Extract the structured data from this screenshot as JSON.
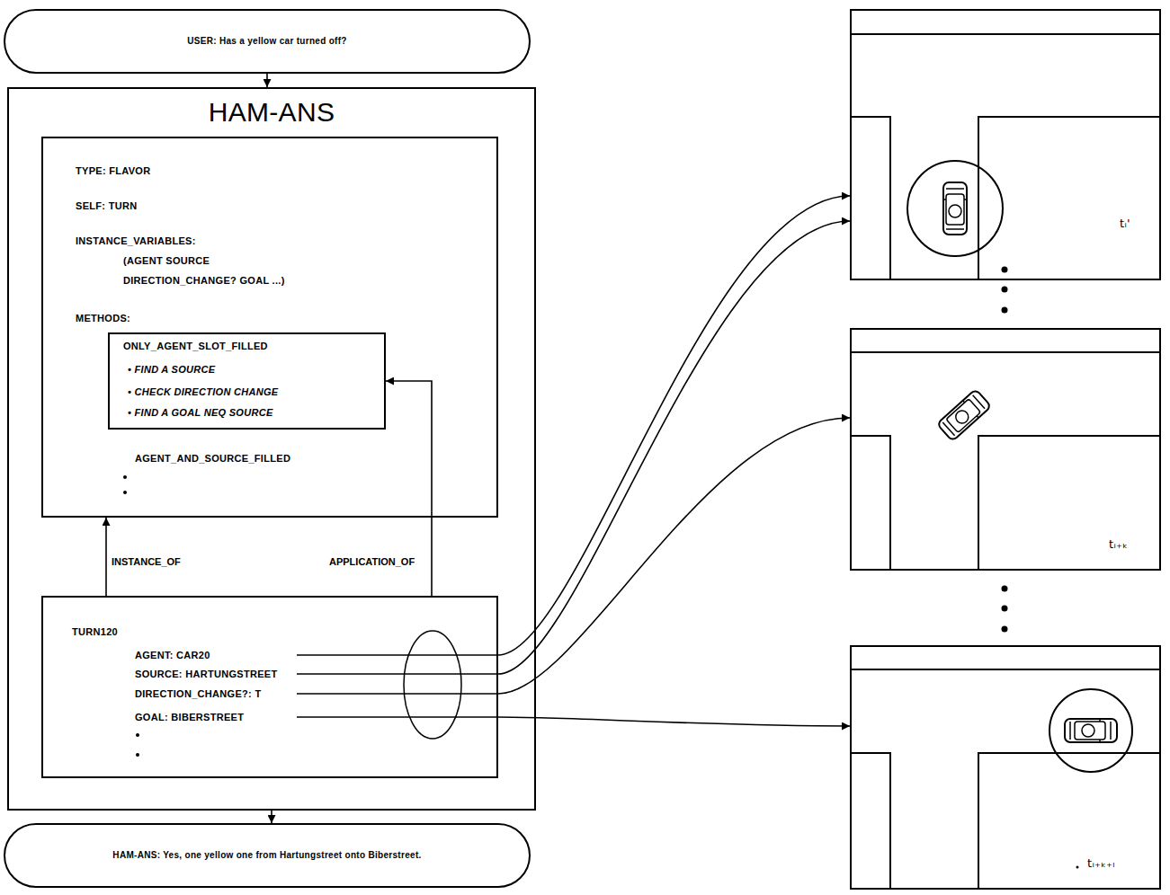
{
  "diagram": {
    "nodes": [
      {
        "text": [
          "USER: Has a yellow car turned off?"
        ]
      },
      {
        "text": [
          "HAM-ANS"
        ]
      },
      {
        "text": [
          "TYPE: FLAVOR",
          "SELF: TURN",
          "INSTANCE_VARIABLES:",
          "(AGENT SOURCE DIRECTION_CHANGE? GOAL ...)",
          "METHODS:",
          "AGENT_AND_SOURCE_FILLED"
        ],
        "in": 1
      },
      {
        "text": [
          "ONLY_AGENT_SLOT_FILLED",
          "• FIND A SOURCE",
          "• CHECK DIRECTION CHANGE",
          "• FIND A GOAL NEQ SOURCE"
        ],
        "in": 2
      },
      {
        "text": [
          "TURN120",
          "AGENT: CAR20",
          "SOURCE: HARTUNGSTREET",
          "DIRECTION_CHANGE?: T",
          "GOAL: BIBERSTREET"
        ],
        "in": 1
      },
      {
        "text": [
          "HAM-ANS: Yes, one yellow one from Hartungstreet onto Biberstreet."
        ]
      },
      {
        "text": [
          "tᵢ'"
        ]
      },
      {
        "text": [
          "tᵢ₊ₖ"
        ]
      },
      {
        "text": [
          "tᵢ₊ₖ₊ₗ"
        ]
      }
    ],
    "edges": [
      {
        "from": 0,
        "to": 1,
        "arrow": "to"
      },
      {
        "from": 1,
        "to": 5,
        "arrow": "to"
      },
      {
        "from": 4,
        "to": 2,
        "label": "INSTANCE_OF",
        "arrow": "to"
      },
      {
        "from": 4,
        "to": 3,
        "label": "APPLICATION_OF",
        "arrow": "to"
      },
      {
        "from": 4,
        "to": 6,
        "arrow": "to"
      },
      {
        "from": 4,
        "to": 6,
        "arrow": "to"
      },
      {
        "from": 4,
        "to": 7,
        "arrow": "to"
      },
      {
        "from": 4,
        "to": 8,
        "arrow": "to"
      }
    ]
  }
}
